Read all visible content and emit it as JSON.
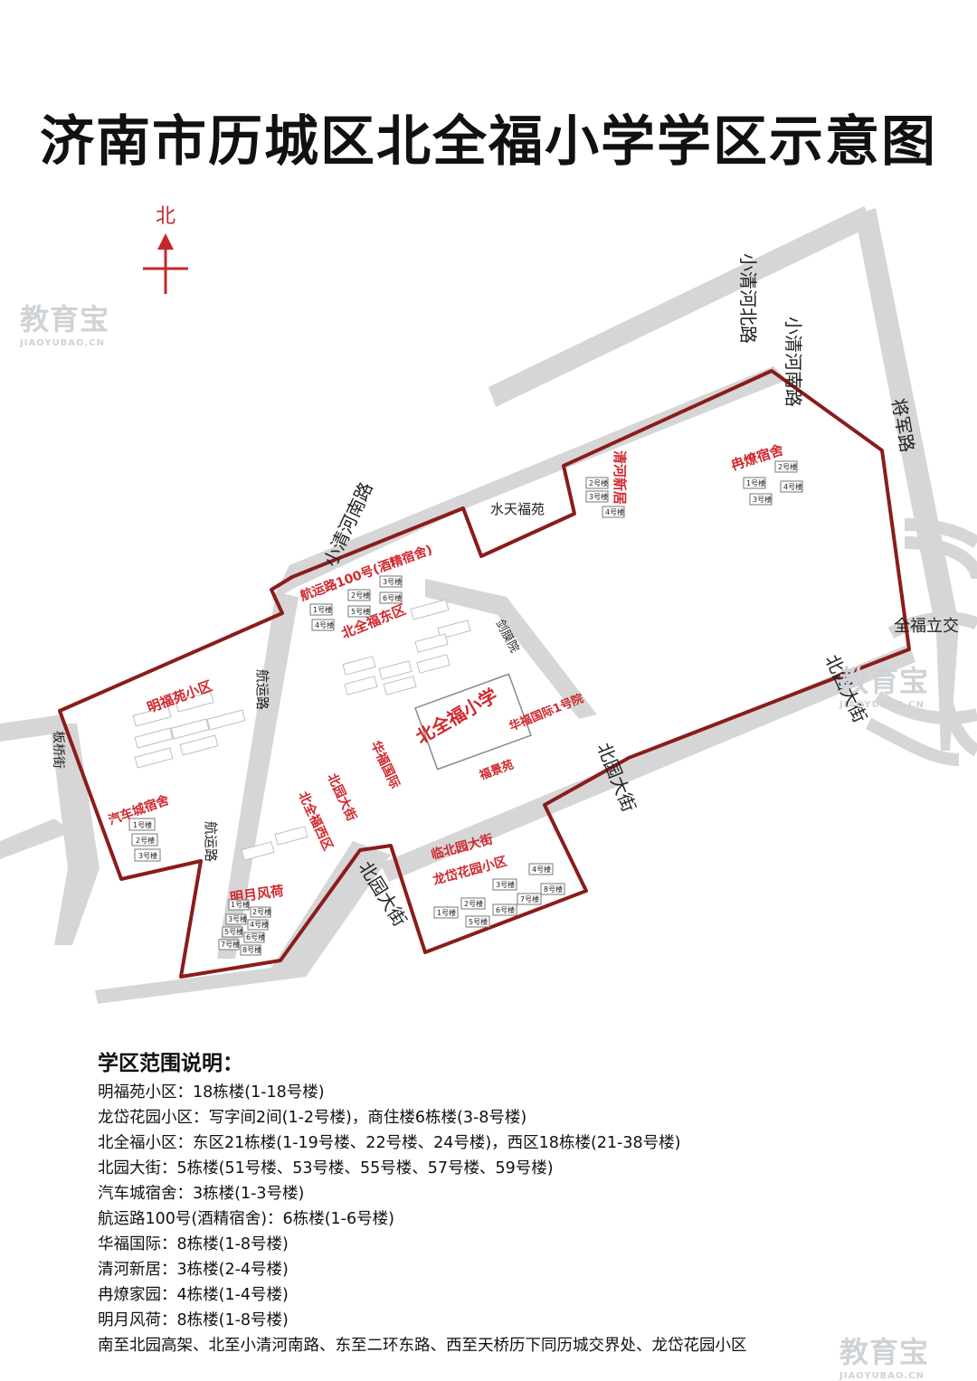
{
  "title": "济南市历城区北全福小学学区示意图",
  "compass": {
    "label": "北"
  },
  "roads": {
    "xiaoqinghe_bei": "小清河北路",
    "xiaoqinghe_nan_upper": "小清河南路",
    "xiaoqinghe_nan_lower": "小清河南路",
    "jiangjun": "将军路",
    "quanfu_interchange": "全福立交",
    "beiyuan_east": "北园大街",
    "beiyuan_mid": "北园大街",
    "beiyuan_south": "北园大街",
    "hangyun_upper": "航运路",
    "hangyun_lower": "航运路",
    "banqiao": "板桥街",
    "jianmo": "剑膜院"
  },
  "areas": {
    "shuitian": "水天福苑",
    "qinghe": "清河新居",
    "ranliao": "冉燎宿舍",
    "hangyun100": "航运路100号(酒精宿舍)",
    "beiquanfu_east": "北全福东区",
    "mingfuyuan": "明福苑小区",
    "school": "北全福小学",
    "huafu_intl_1": "华福国际1号院",
    "fujingyuan": "福景苑",
    "huafu_intl": "华福国际",
    "beiyuan_st": "北园大街",
    "beiquanfu_west": "北全福西区",
    "qiche": "汽车城宿舍",
    "mingyue": "明月风荷",
    "linbeiyuan_1": "临北园大街",
    "linbeiyuan_2": "龙岱花园小区"
  },
  "buildings": {
    "qinghe": [
      "2号楼",
      "3号楼",
      "4号楼"
    ],
    "ranliao": [
      "1号楼",
      "2号楼",
      "3号楼",
      "4号楼"
    ],
    "hangyun100": [
      "1号楼",
      "2号楼",
      "3号楼",
      "4号楼",
      "5号楼",
      "6号楼"
    ],
    "qiche": [
      "1号楼",
      "2号楼",
      "3号楼"
    ],
    "mingyue": [
      "1号楼",
      "2号楼",
      "3号楼",
      "4号楼",
      "5号楼",
      "6号楼",
      "7号楼",
      "8号楼"
    ],
    "longdai": [
      "1号楼",
      "2号楼",
      "3号楼",
      "4号楼",
      "5号楼",
      "6号楼",
      "7号楼",
      "8号楼"
    ]
  },
  "legend": {
    "heading": "学区范围说明：",
    "lines": [
      "明福苑小区：18栋楼(1-18号楼)",
      "龙岱花园小区：写字间2间(1-2号楼)，商住楼6栋楼(3-8号楼)",
      "北全福小区：东区21栋楼(1-19号楼、22号楼、24号楼)，西区18栋楼(21-38号楼)",
      "北园大街：5栋楼(51号楼、53号楼、55号楼、57号楼、59号楼)",
      "汽车城宿舍：3栋楼(1-3号楼)",
      "航运路100号(酒精宿舍)：6栋楼(1-6号楼)",
      "华福国际：8栋楼(1-8号楼)",
      "清河新居：3栋楼(2-4号楼)",
      "冉燎家园：4栋楼(1-4号楼)",
      "明月风荷：8栋楼(1-8号楼)",
      "南至北园高架、北至小清河南路、东至二环东路、西至天桥历下同历城交界处、龙岱花园小区"
    ]
  },
  "watermark": {
    "brand": "教育宝",
    "url": "JIAOYUBAO.CN"
  },
  "colors": {
    "boundary": "#8b1c1c",
    "label_red": "#d0282e",
    "road": "#d3d3d3",
    "compass": "#c62828"
  }
}
